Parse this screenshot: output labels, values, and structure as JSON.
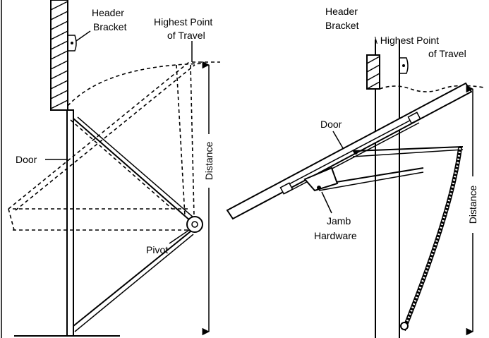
{
  "left_diagram": {
    "header_bracket_line1": "Header",
    "header_bracket_line2": "Bracket",
    "highest_point_line1": "Highest Point",
    "highest_point_line2": "of Travel",
    "door": "Door",
    "pivot": "Pivot",
    "distance": "Distance"
  },
  "right_diagram": {
    "header_bracket_line1": "Header",
    "header_bracket_line2": "Bracket",
    "highest_point_line1": "\\ Highest Point",
    "highest_point_line2": "of Travel",
    "door": "Door",
    "jamb_hardware_line1": "Jamb",
    "jamb_hardware_line2": "Hardware",
    "distance": "Distance"
  }
}
